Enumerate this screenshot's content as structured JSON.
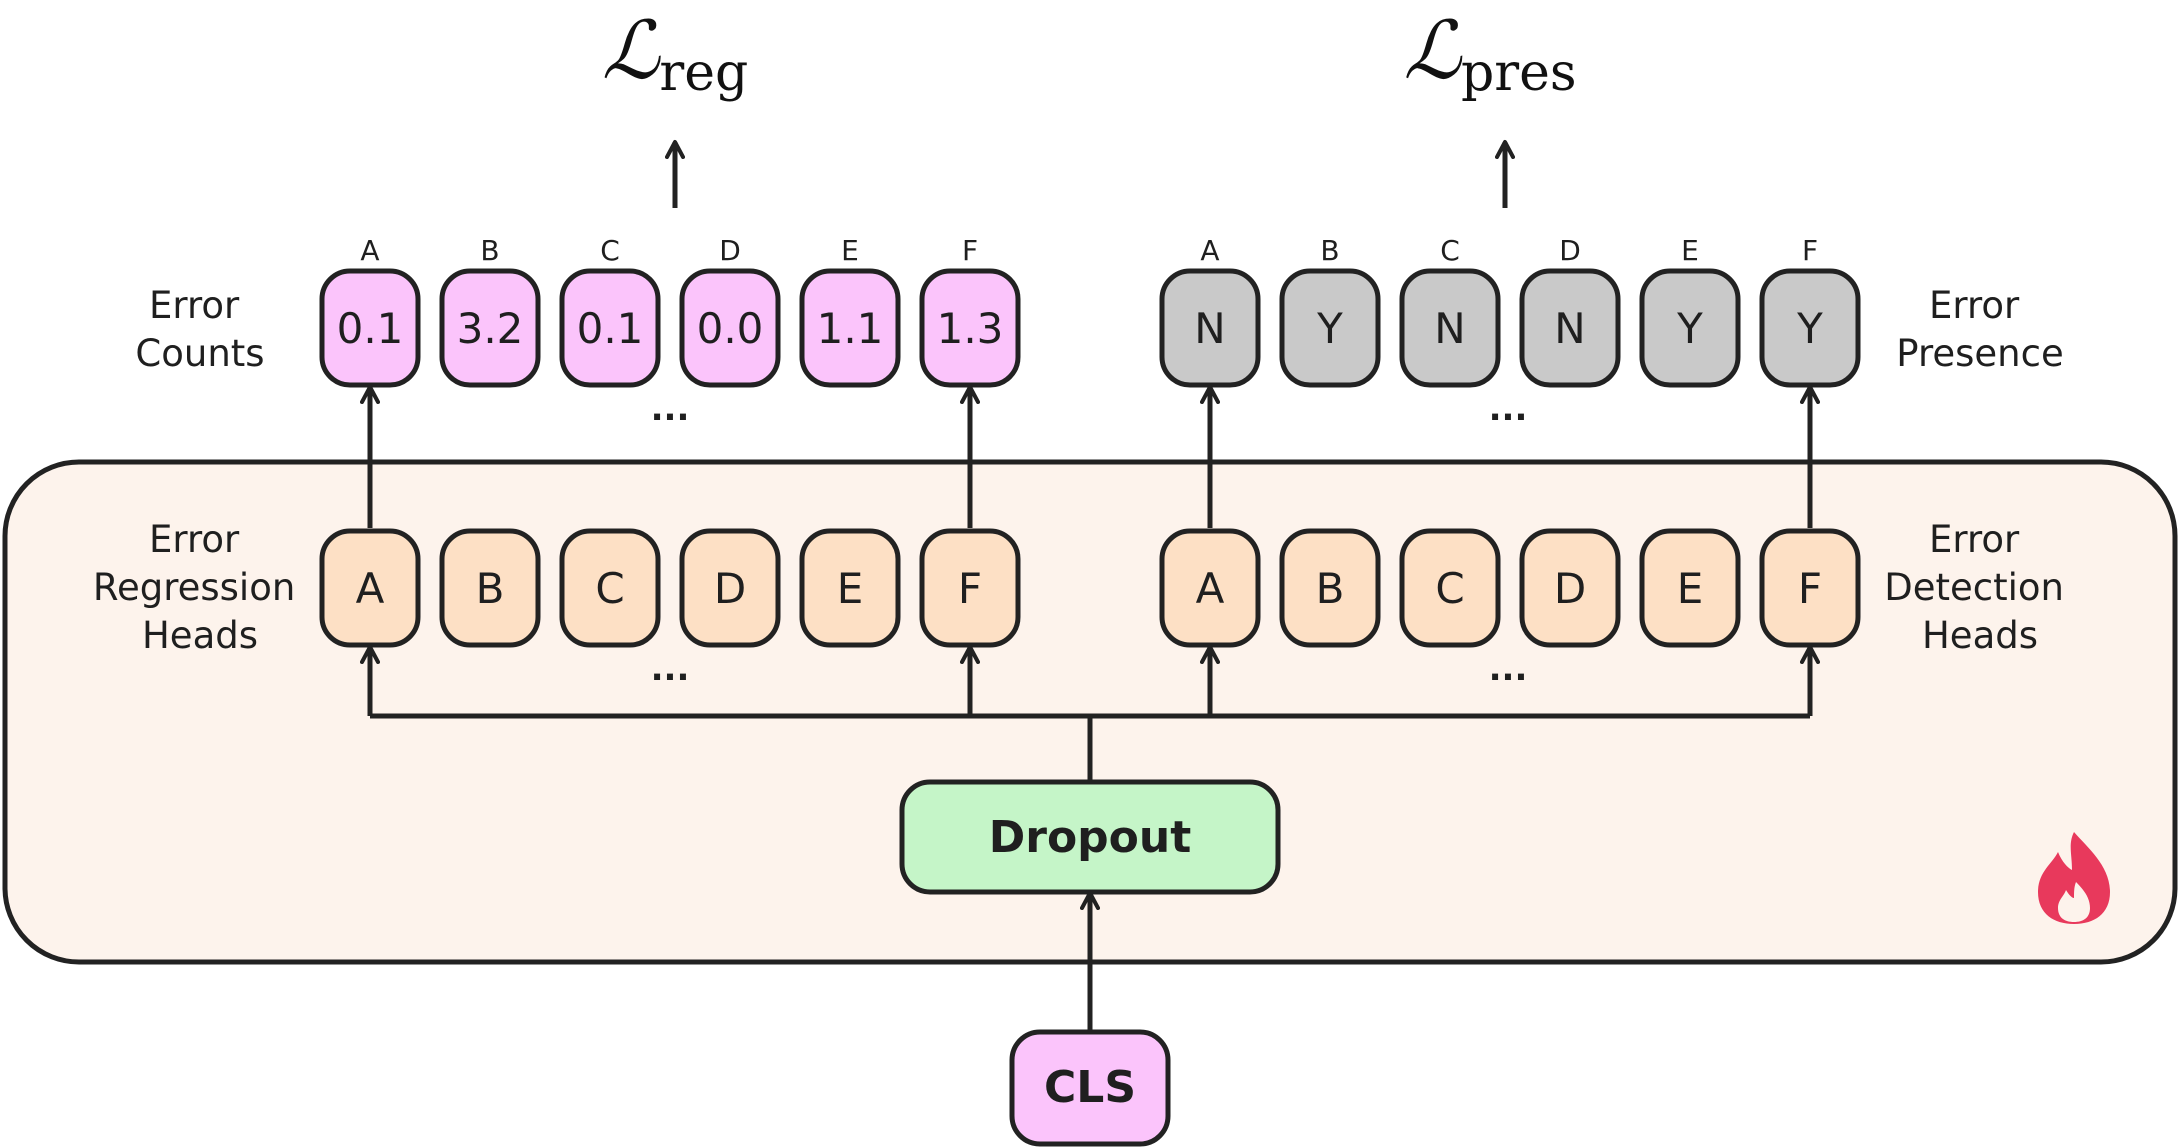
{
  "colors": {
    "panel_fill": "#fdf3ec",
    "head_fill": "#fde0c5",
    "count_fill": "#fbc4fb",
    "presence_fill": "#c9c9c9",
    "dropout_fill": "#c5f5c8",
    "cls_fill": "#fbc4fb",
    "stroke": "#222222",
    "flame": "#e8395c"
  },
  "losses": {
    "reg": {
      "symbol": "ℒ",
      "subscript": "reg"
    },
    "pres": {
      "symbol": "ℒ",
      "subscript": "pres"
    }
  },
  "letters": [
    "A",
    "B",
    "C",
    "D",
    "E",
    "F"
  ],
  "counts": {
    "label_line1": "Error",
    "label_line2": "Counts",
    "values": [
      "0.1",
      "3.2",
      "0.1",
      "0.0",
      "1.1",
      "1.3"
    ]
  },
  "presence": {
    "label_line1": "Error",
    "label_line2": "Presence",
    "values": [
      "N",
      "Y",
      "N",
      "N",
      "Y",
      "Y"
    ]
  },
  "regression_heads": {
    "label_line1": "Error",
    "label_line2": "Regression",
    "label_line3": "Heads"
  },
  "detection_heads": {
    "label_line1": "Error",
    "label_line2": "Detection",
    "label_line3": "Heads"
  },
  "ellipsis": "...",
  "dropout_label": "Dropout",
  "cls_label": "CLS",
  "icons": {
    "trainable": "flame-icon"
  }
}
